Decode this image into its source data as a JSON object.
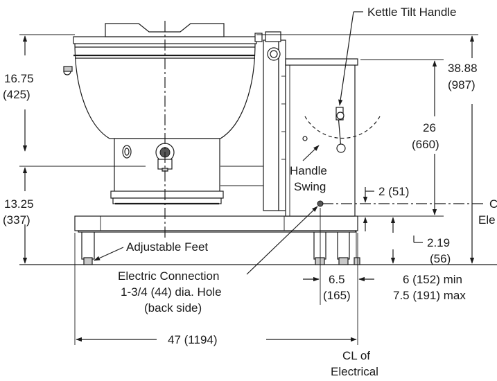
{
  "labels": {
    "kettle_tilt_handle": "Kettle Tilt Handle",
    "handle": "Handle",
    "swing": "Swing",
    "adjustable_feet": "Adjustable Feet",
    "electric_connection": "Electric Connection",
    "hole_size": "1-3/4 (44) dia. Hole",
    "back_side": "(back side)",
    "cl_of": "CL of",
    "electrical": "Electrical",
    "cl_right_fragment": "C",
    "electrical_right_fragment": "Ele"
  },
  "dimensions": {
    "bowl_height": "16.75",
    "bowl_height_mm": "(425)",
    "base_height": "13.25",
    "base_height_mm": "(337)",
    "overall_height": "38.88",
    "overall_height_mm": "(987)",
    "handle_height": "26",
    "handle_height_mm": "(660)",
    "connection_offset": "2 (51)",
    "leg_height": "2.19",
    "leg_height_mm": "(56)",
    "connection_spacing": "6.5",
    "connection_spacing_mm": "(165)",
    "wall_clearance": "6 (152) min",
    "wall_clearance_max": "7.5 (191) max",
    "overall_width": "47 (1194)"
  }
}
